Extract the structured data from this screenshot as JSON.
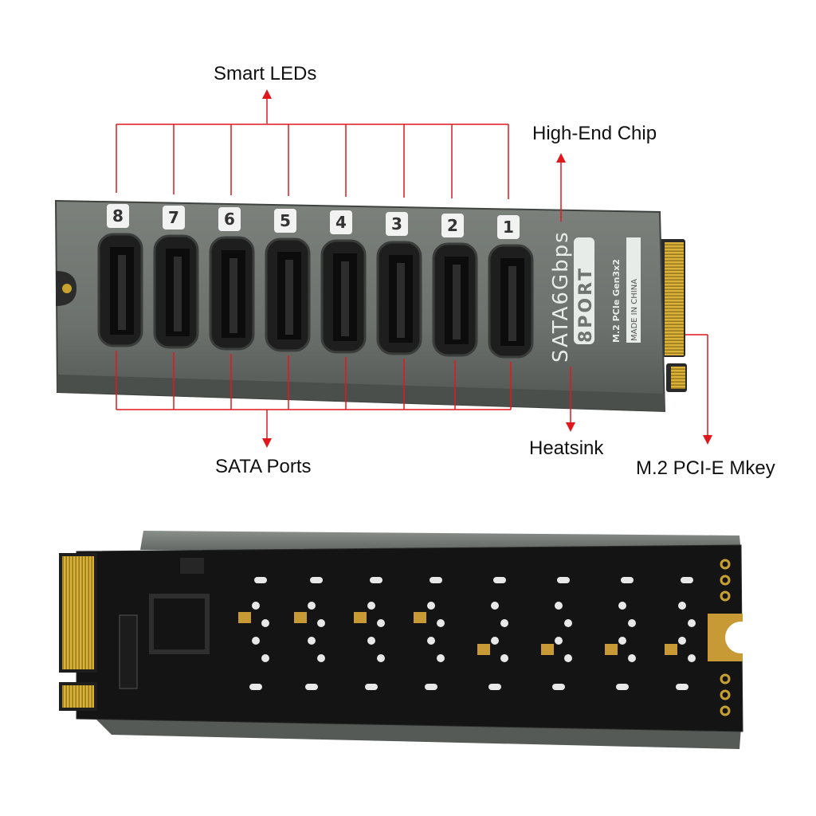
{
  "labels": {
    "smart_leds": "Smart LEDs",
    "high_end_chip": "High-End Chip",
    "sata_ports": "SATA Ports",
    "heatsink": "Heatsink",
    "m2_key": "M.2 PCI-E Mkey"
  },
  "heatsink_text": {
    "speed": "SATA6Gbps",
    "ports": "8PORT",
    "interface": "M.2 PCIe Gen3x2",
    "origin": "MADE IN CHINA"
  },
  "port_numbers": [
    "8",
    "7",
    "6",
    "5",
    "4",
    "3",
    "2",
    "1"
  ],
  "colors": {
    "callout_line": "#e0181e",
    "heatsink": "#6f7470",
    "pcb": "#141414",
    "gold_contacts": "#c8a12a"
  }
}
